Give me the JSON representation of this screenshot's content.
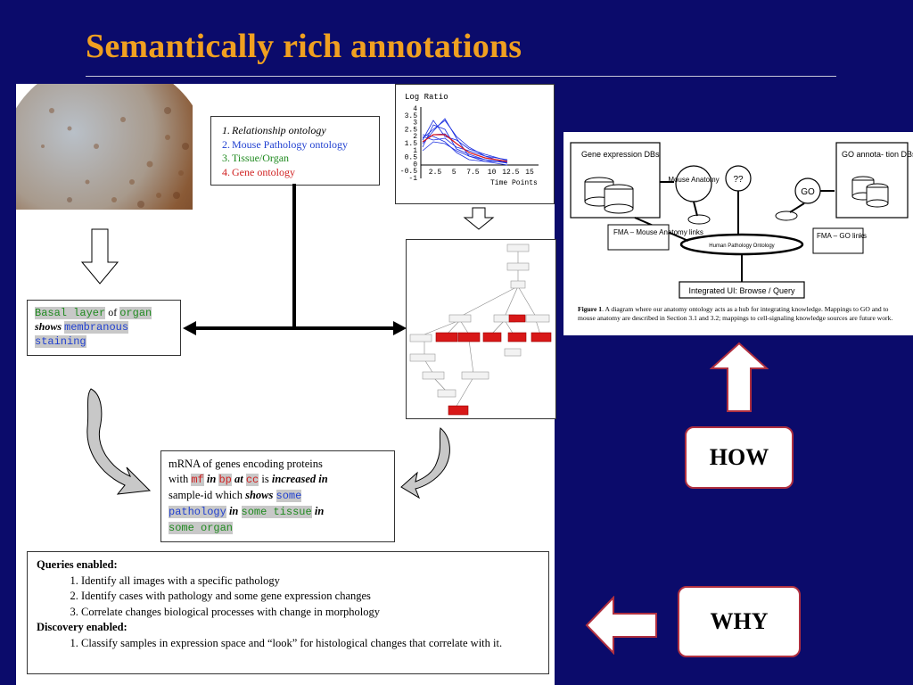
{
  "title": "Semantically rich annotations",
  "ontologies": [
    {
      "num": "1.",
      "label": "Relationship ontology",
      "color": "#000000",
      "italic": true
    },
    {
      "num": "2.",
      "label": "Mouse Pathology ontology",
      "color": "#1f3fd0",
      "italic": false
    },
    {
      "num": "3.",
      "label": "Tissue/Organ",
      "color": "#1f8a1f",
      "italic": false
    },
    {
      "num": "4.",
      "label": "Gene ontology",
      "color": "#d02020",
      "italic": false
    }
  ],
  "annotation": {
    "term1": "Basal layer",
    "of": "of",
    "term2": "organ",
    "shows": "shows",
    "term3": "membranous",
    "term4": "staining"
  },
  "sentence": {
    "p1": "mRNA of genes encoding proteins",
    "with": "with",
    "mf": "mf",
    "in1": "in",
    "bp": "bp",
    "at": "at",
    "cc": "cc",
    "is": "is",
    "increased": "increased in",
    "p2": "sample-id which",
    "shows": "shows",
    "some": "some",
    "pathology": "pathology",
    "in2": "in",
    "tissue": "some tissue",
    "in3": "in",
    "organ": "some organ"
  },
  "plot": {
    "ylabel": "Log Ratio",
    "xlabel": "Time Points",
    "yticks": [
      "4",
      "3.5",
      "3",
      "2.5",
      "2",
      "1.5",
      "1",
      "0.5",
      "0",
      "-0.5",
      "-1"
    ],
    "xticks": [
      "2.5",
      "5",
      "7.5",
      "10",
      "12.5",
      "15"
    ]
  },
  "figure": {
    "gene_db": "Gene expression DBs",
    "go_db": "GO annota- tion DBs",
    "mouse_anatomy": "Mouse Anatomy",
    "unknown": "??",
    "go": "GO",
    "hub": "Human Pathology Ontology",
    "fma_mouse": "FMA – Mouse Anatomy links",
    "fma_go": "FMA – GO links",
    "ui": "Integrated UI: Browse / Query",
    "caption_bold": "Figure 1",
    "caption": ". A diagram where our anatomy ontology acts as a hub for integrating knowledge. Mappings to GO and to mouse anatomy are described in Section 3.1 and 3.2; mappings to cell-signaling knowledge sources are future work."
  },
  "queries": {
    "queries_heading": "Queries enabled:",
    "query_items": [
      "Identify all images with a specific pathology",
      "Identify cases with pathology and some gene expression changes",
      "Correlate changes biological processes with change in morphology"
    ],
    "discovery_heading": "Discovery enabled:",
    "discovery_items": [
      "Classify samples in expression space and “look” for histological changes that correlate with it."
    ]
  },
  "how_label": "HOW",
  "why_label": "WHY",
  "colors": {
    "background": "#0b0b6b",
    "title": "#f0a020",
    "accent_red": "#b03040"
  }
}
